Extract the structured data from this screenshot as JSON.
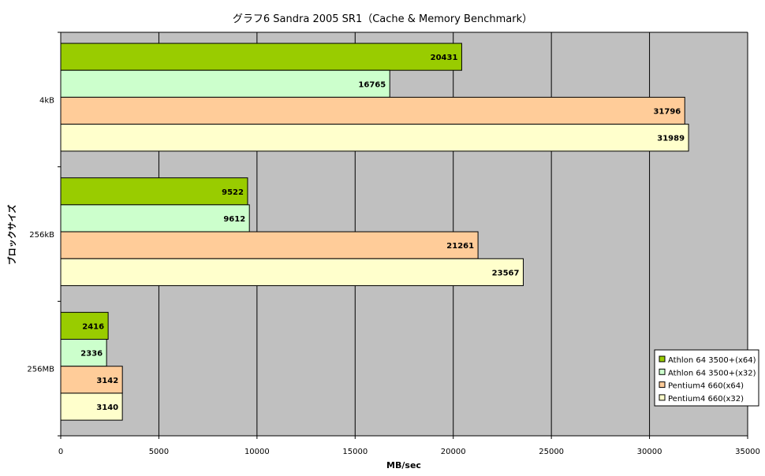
{
  "chart_data": {
    "type": "bar",
    "orientation": "horizontal",
    "title": "グラフ6  Sandra 2005 SR1（Cache & Memory Benchmark）",
    "xlabel": "MB/sec",
    "ylabel": "ブロックサイズ",
    "categories": [
      "4kB",
      "256kB",
      "256MB"
    ],
    "series": [
      {
        "name": "Athlon 64 3500+(x64)",
        "color": "#99cc00",
        "values": [
          20431,
          9522,
          2416
        ]
      },
      {
        "name": "Athlon 64 3500+(x32)",
        "color": "#ccffcc",
        "values": [
          16765,
          9612,
          2336
        ]
      },
      {
        "name": "Pentium4 660(x64)",
        "color": "#ffcc99",
        "values": [
          31796,
          21261,
          3142
        ]
      },
      {
        "name": "Pentium4 660(x32)",
        "color": "#ffffcc",
        "values": [
          31989,
          23567,
          3140
        ]
      }
    ],
    "xlim": [
      0,
      35000
    ],
    "xticks": [
      0,
      5000,
      10000,
      15000,
      20000,
      25000,
      30000,
      35000
    ],
    "plot_background": "#c0c0c0",
    "grid": true,
    "legend_position": "bottom-right"
  }
}
